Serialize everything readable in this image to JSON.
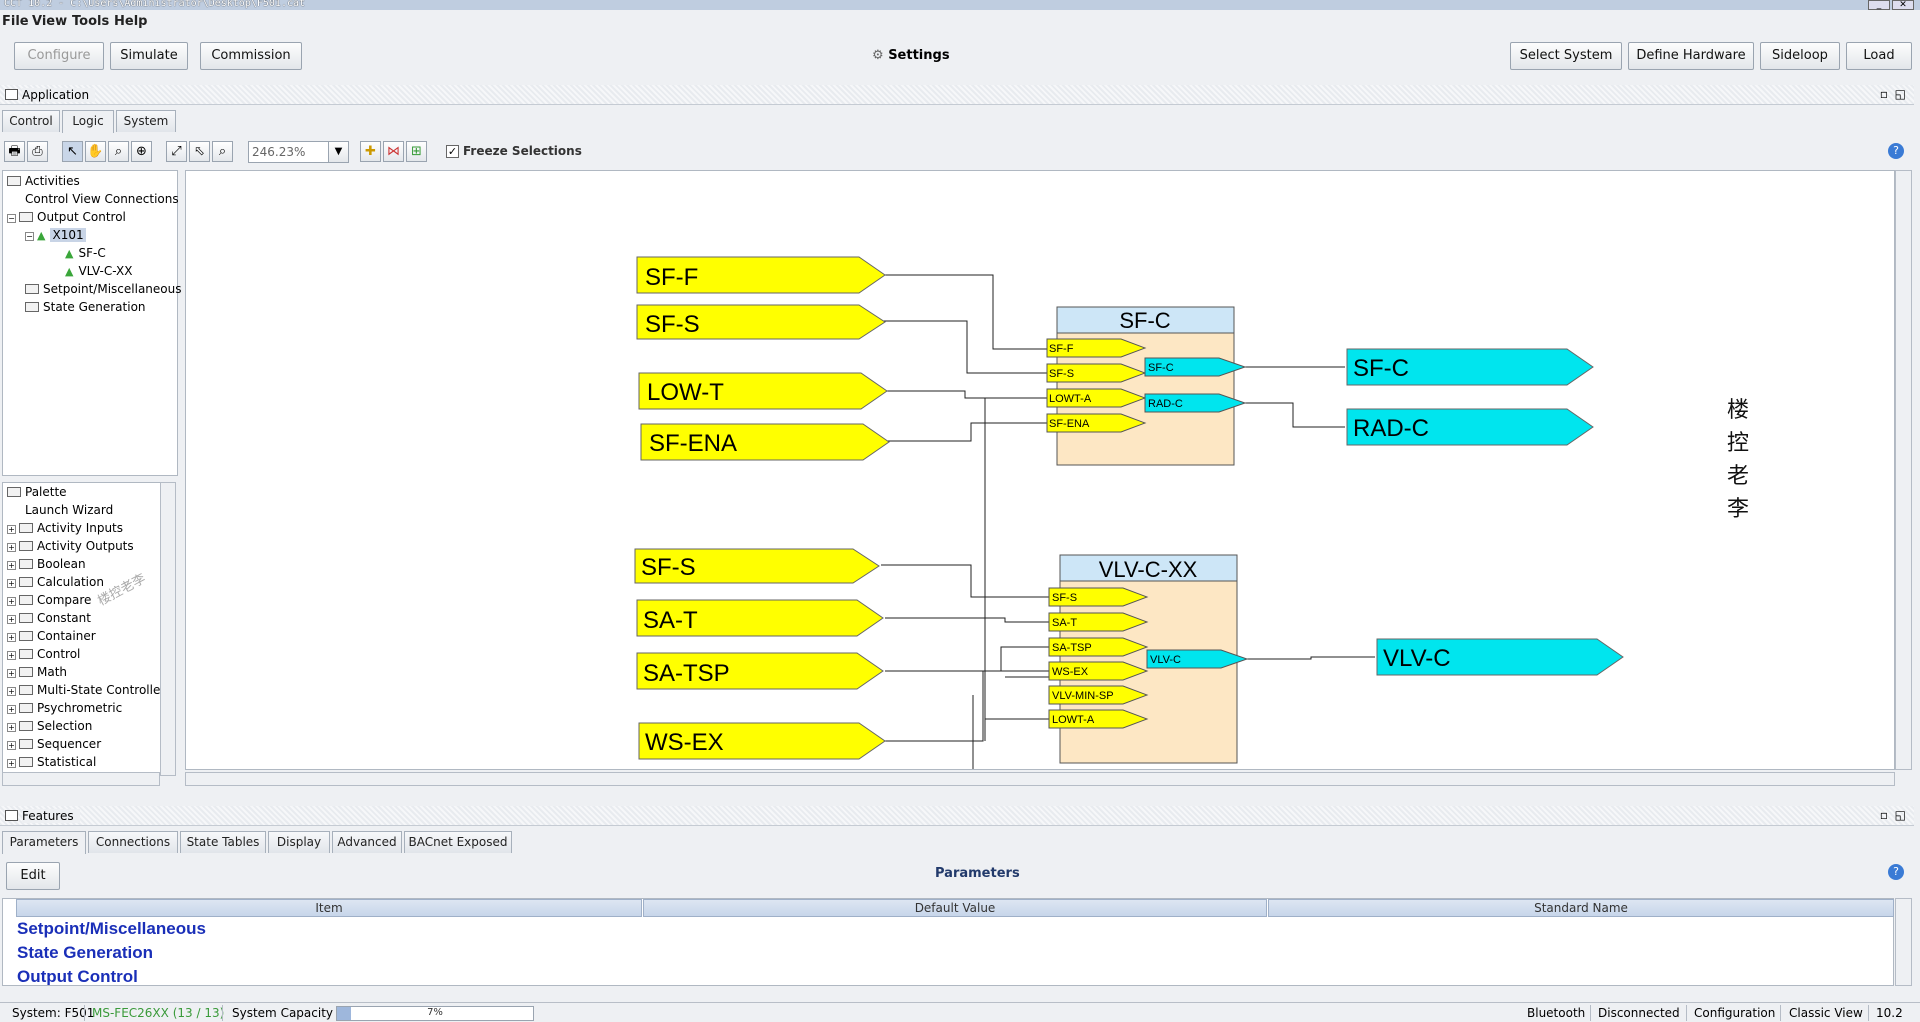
{
  "title_bar": {
    "text": "CCT 10.2 - C:\\Users\\Administrator\\Desktop\\F501.cat"
  },
  "menu": [
    "File",
    "View",
    "Tools",
    "Help"
  ],
  "toolbar": {
    "configure": "Configure",
    "simulate": "Simulate",
    "commission": "Commission",
    "settings": "Settings",
    "select_system": "Select System",
    "define_hardware": "Define Hardware",
    "sideloop": "Sideloop",
    "load": "Load"
  },
  "application": {
    "title": "Application",
    "tabs": [
      "Control",
      "Logic",
      "System"
    ],
    "zoom": "246.23%",
    "freeze": "Freeze Selections"
  },
  "tree": {
    "activities": "Activities",
    "control_view": "Control View Connections",
    "output_control": "Output Control",
    "x101": "X101",
    "sfc": "SF-C",
    "vlvc": "VLV-C-XX",
    "setpoint": "Setpoint/Miscellaneous",
    "state_gen": "State Generation"
  },
  "palette": {
    "title": "Palette",
    "items": [
      "Launch Wizard",
      "Activity Inputs",
      "Activity Outputs",
      "Boolean",
      "Calculation",
      "Compare",
      "Constant",
      "Container",
      "Control",
      "Math",
      "Multi-State Controller",
      "Psychrometric",
      "Selection",
      "Sequencer",
      "Statistical"
    ],
    "watermark": "楼控老李"
  },
  "diagram": {
    "inputs_top": [
      "SF-F",
      "SF-S",
      "LOW-T",
      "SF-ENA"
    ],
    "block1": {
      "title": "SF-C",
      "inputs": [
        "SF-F",
        "SF-S",
        "LOWT-A",
        "SF-ENA"
      ],
      "outputs": [
        "SF-C",
        "RAD-C"
      ]
    },
    "outputs_top": [
      "SF-C",
      "RAD-C"
    ],
    "inputs_bottom": [
      "SF-S",
      "SA-T",
      "SA-TSP",
      "WS-EX"
    ],
    "block2": {
      "title": "VLV-C-XX",
      "inputs": [
        "SF-S",
        "SA-T",
        "SA-TSP",
        "WS-EX",
        "VLV-MIN-SP",
        "LOWT-A"
      ],
      "outputs": [
        "VLV-C"
      ]
    },
    "outputs_bottom": [
      "VLV-C"
    ],
    "watermark": [
      "楼",
      "控",
      "老",
      "李"
    ]
  },
  "features": {
    "title": "Features",
    "tabs": [
      "Parameters",
      "Connections",
      "State Tables",
      "Display",
      "Advanced",
      "BACnet Exposed"
    ],
    "edit": "Edit",
    "heading": "Parameters",
    "columns": [
      "Item",
      "Default Value",
      "Standard Name"
    ],
    "rows": [
      "Setpoint/Miscellaneous",
      "State Generation",
      "Output Control"
    ]
  },
  "status": {
    "system": "System: F501",
    "controller": "MS-FEC26XX (13 / 13)",
    "capacity_label": "System Capacity",
    "capacity": "7%",
    "capacity_fraction": 0.07,
    "bluetooth": "Bluetooth",
    "conn": "Disconnected",
    "mode": "Configuration",
    "view": "Classic View",
    "version": "10.2"
  },
  "colors": {
    "input_tag": "#ffff00",
    "output_tag": "#00e5ee",
    "block_body": "#fde7c4",
    "block_head": "#cde6f7",
    "link": "#1a2fb8"
  }
}
